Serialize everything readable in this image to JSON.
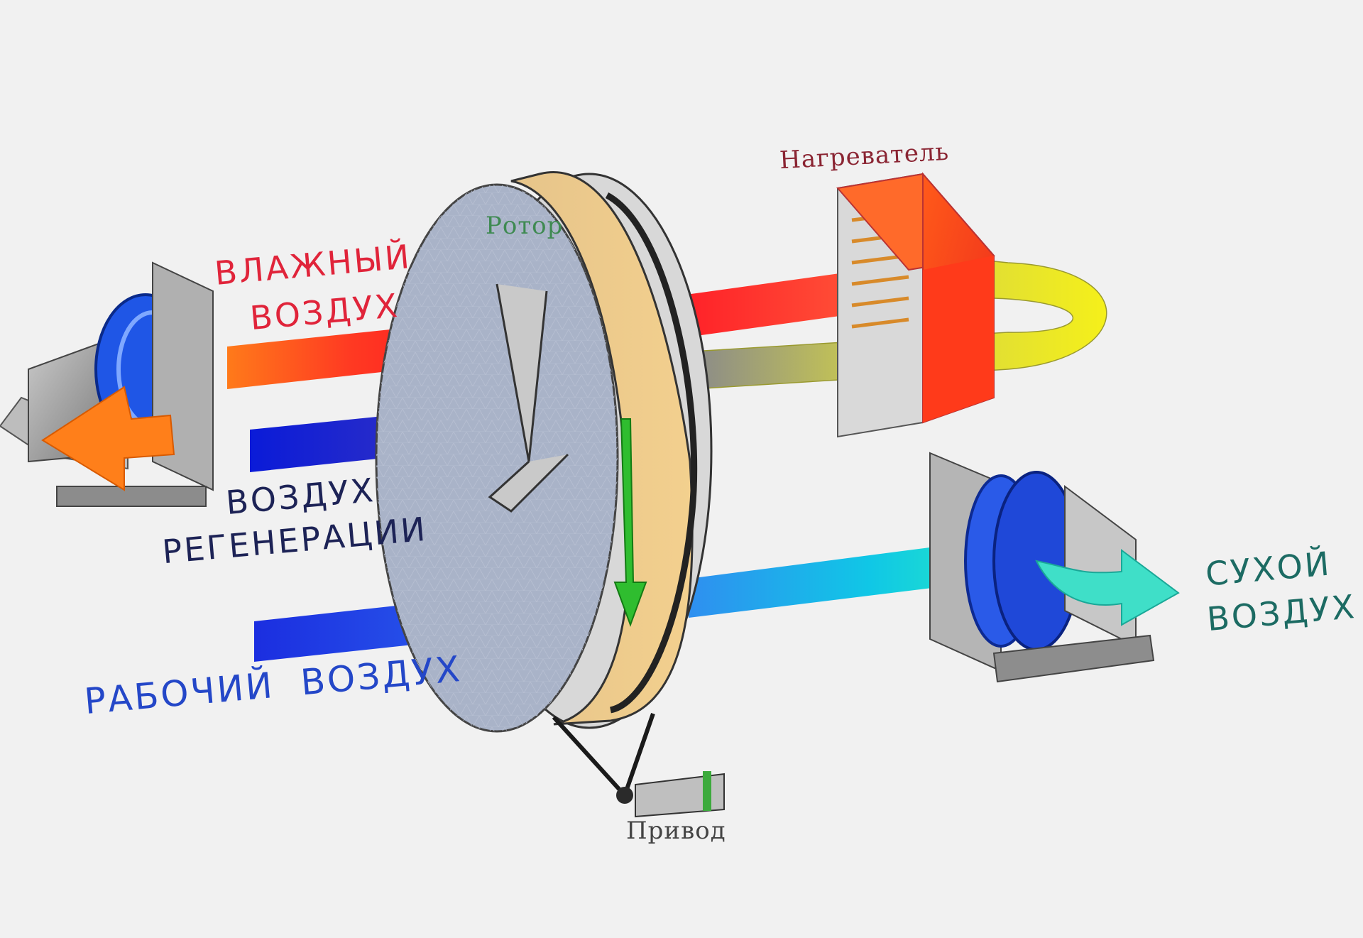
{
  "labels": {
    "heater": "Нагреватель",
    "rotor": "Ротор",
    "humid_air_1": "ВЛАЖНЫЙ",
    "humid_air_2": "ВОЗДУХ",
    "regen_air_1": "ВОЗДУХ",
    "regen_air_2": "РЕГЕНЕРАЦИИ",
    "process_air": "РАБОЧИЙ  ВОЗДУХ",
    "dry_air_1": "СУХОЙ",
    "dry_air_2": "ВОЗДУХ",
    "drive": "Привод"
  },
  "colors": {
    "background": "#f1f1f1",
    "humid_air_text": "#e0243a",
    "regen_air_text": "#1d2356",
    "process_air_text": "#2447c8",
    "dry_air_text": "#1c6b63",
    "heater_text": "#8a2432",
    "rotor_text": "#3f8a52",
    "drive_text": "#444444"
  },
  "icons": {
    "left_fan": "centrifugal-fan-icon",
    "right_fan": "centrifugal-fan-icon",
    "heater": "heater-coil-icon",
    "rotor": "desiccant-rotor-wheel",
    "drive": "drive-motor-icon"
  }
}
